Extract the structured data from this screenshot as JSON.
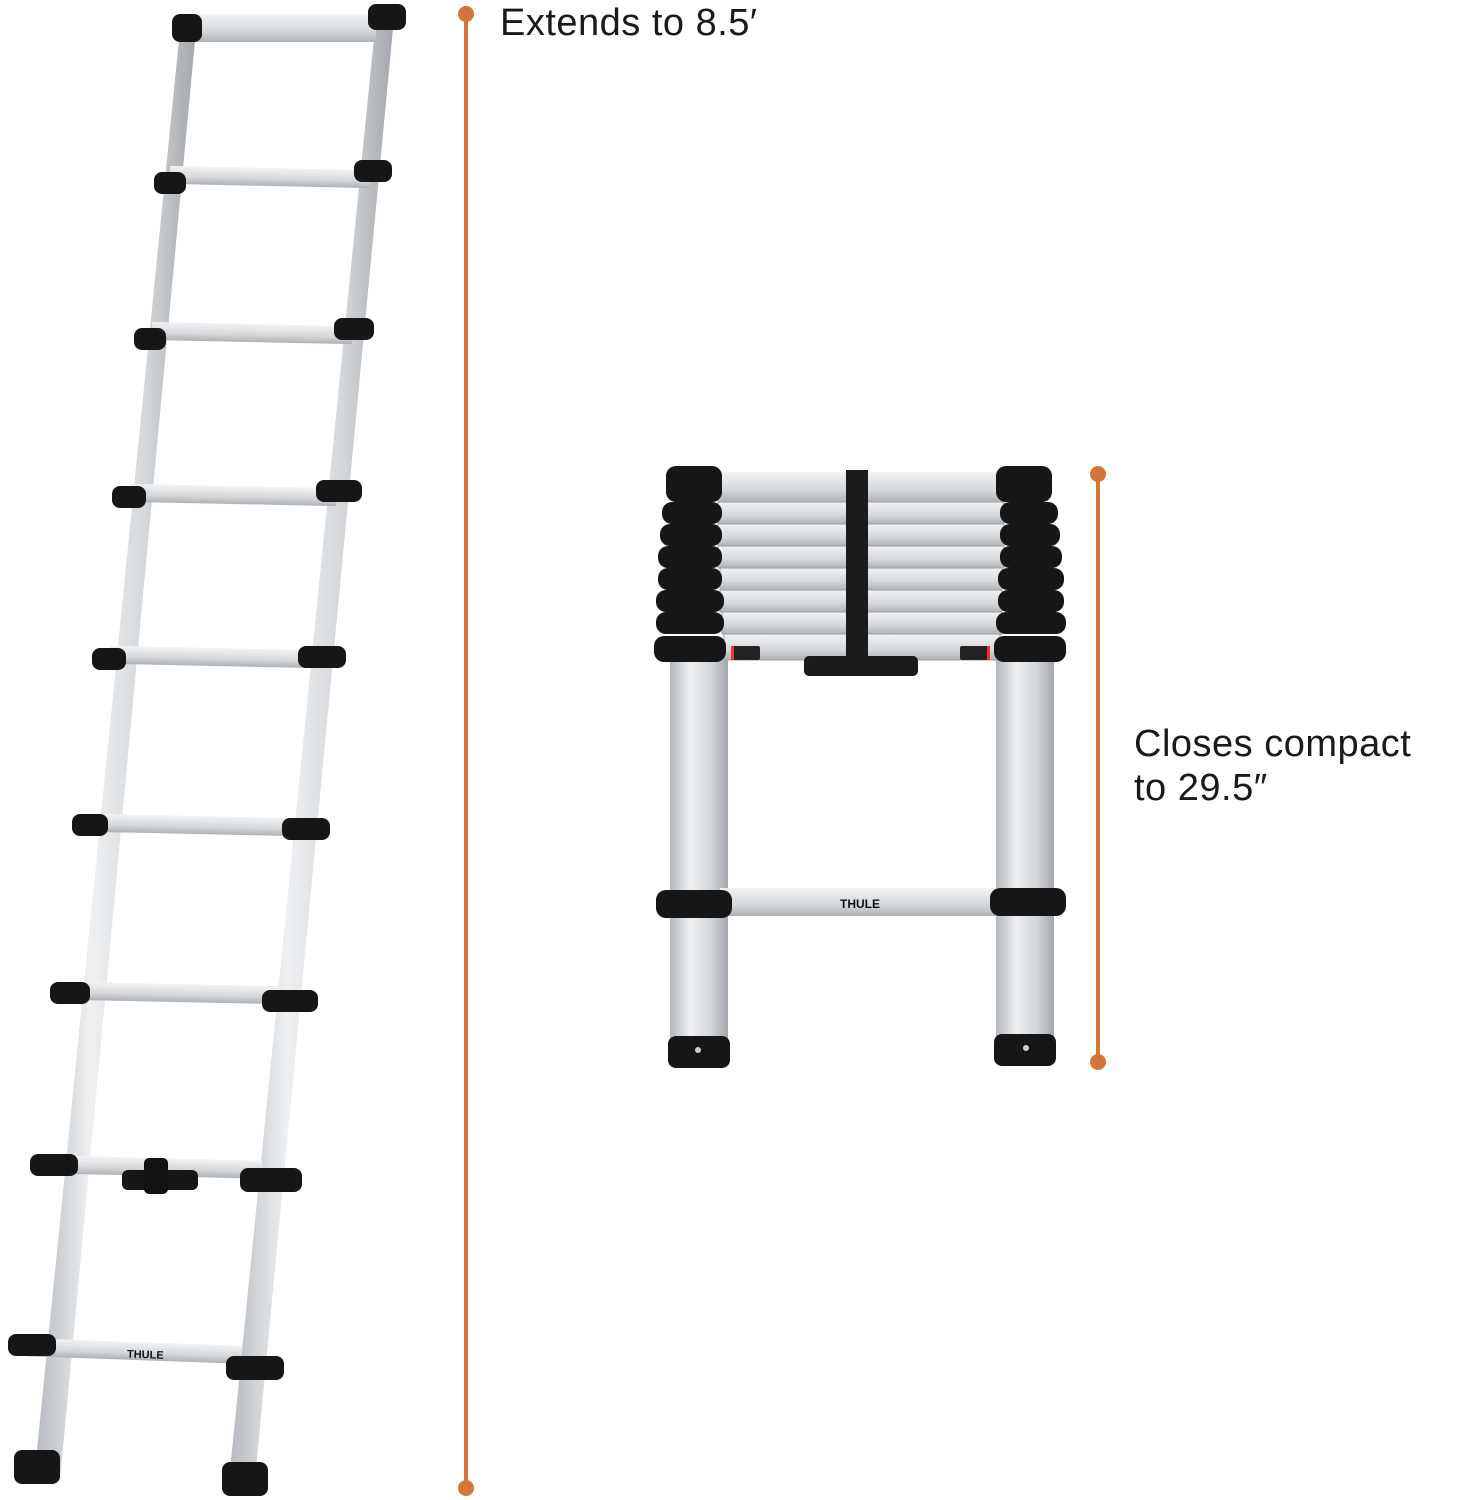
{
  "annotations": {
    "extended": {
      "label": "Extends to 8.5′",
      "marker_color": "#d2763a"
    },
    "compact": {
      "line1": "Closes compact",
      "line2": "to 29.5″",
      "marker_color": "#d2763a"
    }
  },
  "products": {
    "extended_ladder": {
      "description": "Telescoping aluminum ladder, fully extended",
      "rung_count": 9,
      "brand_mark": "THULE"
    },
    "collapsed_ladder": {
      "description": "Telescoping aluminum ladder, collapsed",
      "brand_mark": "THULE"
    }
  },
  "colors": {
    "aluminum": "#d9dcdf",
    "aluminum_shade": "#a9adb1",
    "black_caps": "#161616",
    "accent_orange": "#d2763a",
    "background": "#ffffff"
  }
}
